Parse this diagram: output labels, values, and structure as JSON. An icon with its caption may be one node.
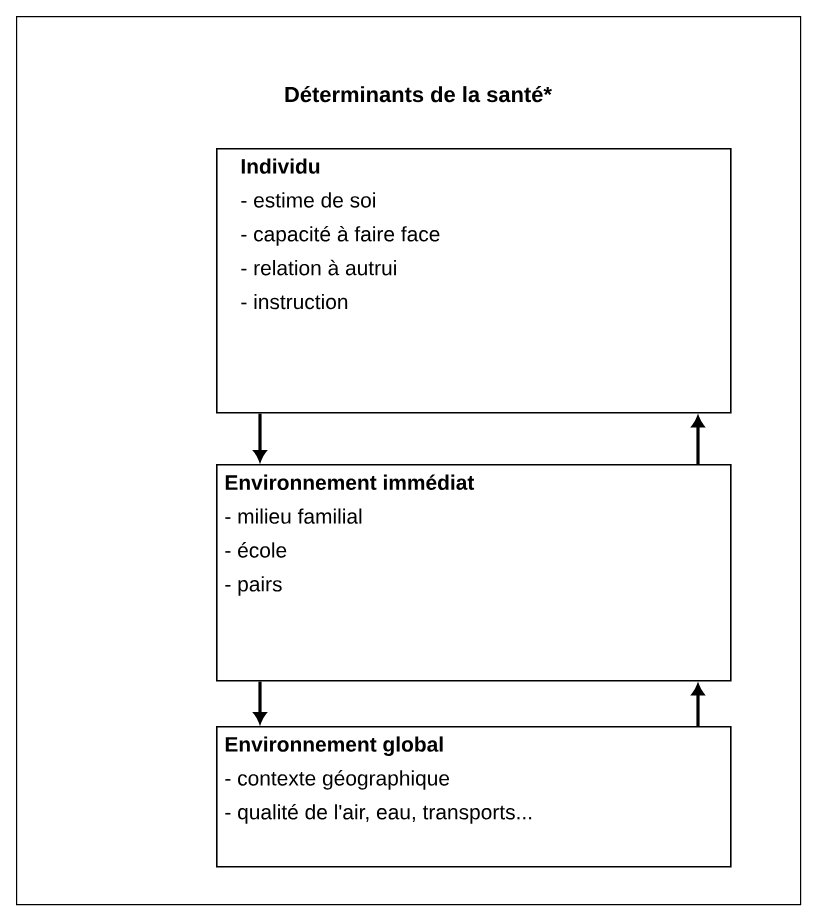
{
  "diagram": {
    "nodes": [
      {
        "text": [
          "Déterminants de la santé*"
        ]
      },
      {
        "text": [
          "Individu",
          "- estime de soi",
          "- capacité à faire face",
          "- relation à autrui",
          "- instruction"
        ],
        "in": 0
      },
      {
        "text": [
          "Environnement immédiat",
          "- milieu familial",
          "- école",
          "- pairs"
        ],
        "in": 0
      },
      {
        "text": [
          "Environnement global",
          "- contexte géographique",
          "- qualité de l'air, eau, transports..."
        ],
        "in": 0
      }
    ],
    "edges": [
      {
        "from": 1,
        "to": 2,
        "arrow": "to"
      },
      {
        "from": 2,
        "to": 1,
        "arrow": "to"
      },
      {
        "from": 2,
        "to": 3,
        "arrow": "to"
      },
      {
        "from": 3,
        "to": 2,
        "arrow": "to"
      }
    ]
  }
}
